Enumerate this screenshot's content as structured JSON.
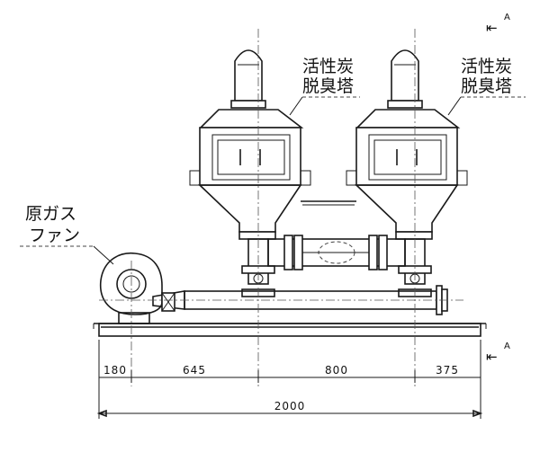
{
  "labels": {
    "tower_left": [
      "活性炭",
      "脱臭塔"
    ],
    "tower_right": [
      "活性炭",
      "脱臭塔"
    ],
    "fan": [
      "原ガス",
      "ファン"
    ]
  },
  "section_mark": {
    "letter": "A",
    "arrow_glyph": "⇤"
  },
  "dimensions": {
    "segments": [
      "180",
      "645",
      "800",
      "375"
    ],
    "total": "2000"
  }
}
